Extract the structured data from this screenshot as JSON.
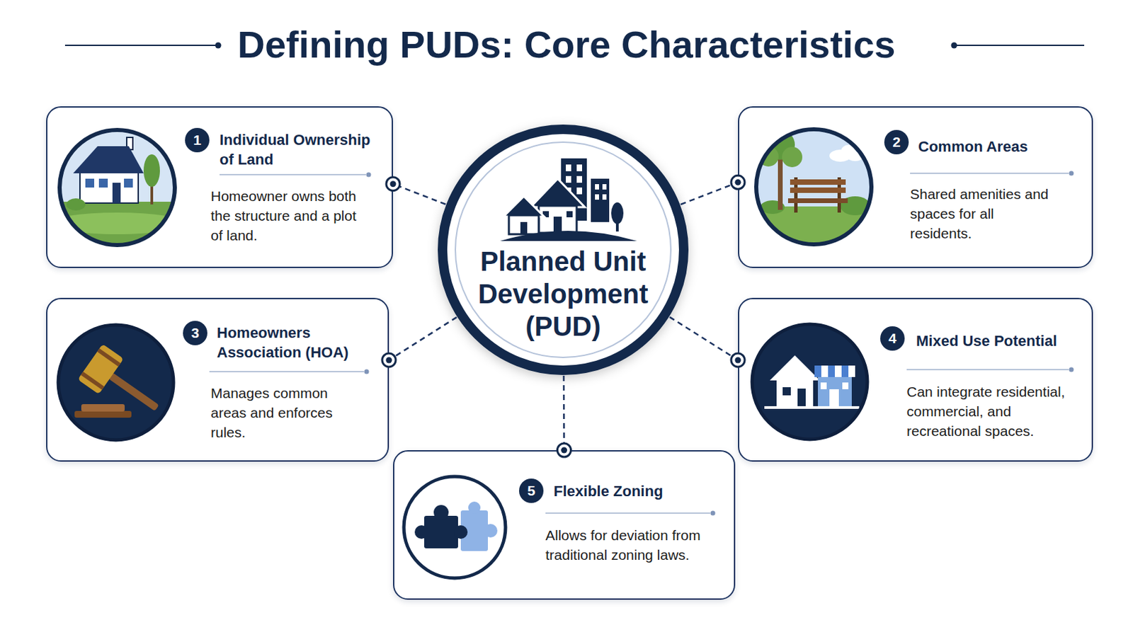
{
  "diagram": {
    "title": "Defining PUDs: Core Characteristics",
    "nodes": [
      {
        "text": [
          "Individual Ownership of Land",
          "Homeowner owns both the structure and a plot of land."
        ]
      },
      {
        "text": [
          "1"
        ],
        "in": 0
      },
      {
        "text": [
          "Planned Unit Development (PUD)"
        ]
      },
      {
        "text": [
          "Common Areas",
          "Shared amenities and spaces for all residents."
        ]
      },
      {
        "text": [
          "2"
        ],
        "in": 3
      },
      {
        "text": [
          "Homeowners Association (HOA)",
          "Manages common areas and enforces rules."
        ]
      },
      {
        "text": [
          "3"
        ],
        "in": 5
      },
      {
        "text": [
          "Mixed Use Potential",
          "Can integrate residential, commercial, and recreational spaces."
        ]
      },
      {
        "text": [
          "4"
        ],
        "in": 7
      },
      {
        "text": [
          "Flexible Zoning",
          "Allows for deviation from traditional zoning laws."
        ]
      },
      {
        "text": [
          "5"
        ],
        "in": 9
      }
    ],
    "edges": [
      {
        "from": 2,
        "to": 0,
        "arrow": "none"
      },
      {
        "from": 2,
        "to": 3,
        "arrow": "none"
      },
      {
        "from": 2,
        "to": 5,
        "arrow": "none"
      },
      {
        "from": 2,
        "to": 7,
        "arrow": "none"
      },
      {
        "from": 2,
        "to": 9,
        "arrow": "none"
      }
    ]
  }
}
